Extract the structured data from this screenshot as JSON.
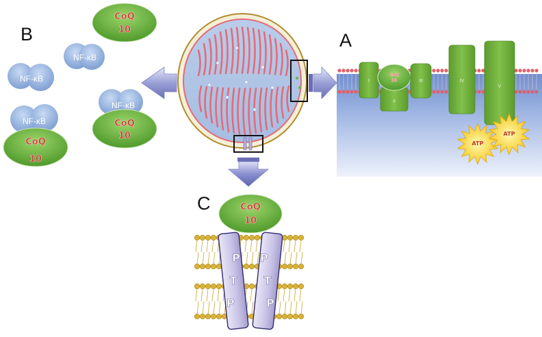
{
  "panels": {
    "a": "A",
    "b": "B",
    "c": "C"
  },
  "coq": {
    "line1": "CoQ",
    "line2": "10"
  },
  "nfkb": "NF-κB",
  "complexes": {
    "i": "I",
    "ii": "II",
    "iii": "III",
    "iv": "IV",
    "v": "V",
    "coq_small": "CoQ",
    "coq_small_num": "10"
  },
  "atp": "ATP",
  "ptp": [
    "P",
    "T",
    "P"
  ],
  "colors": {
    "coq_green": "#6db33f",
    "nfkb_blue": "#9bb7e2",
    "arrow_blue": "#8a8fcf",
    "complex_green": "#6fae3a",
    "membrane_pink": "#e0606a",
    "ptp_purple": "#c8c2e6",
    "lipid_gold": "#c9a227"
  }
}
